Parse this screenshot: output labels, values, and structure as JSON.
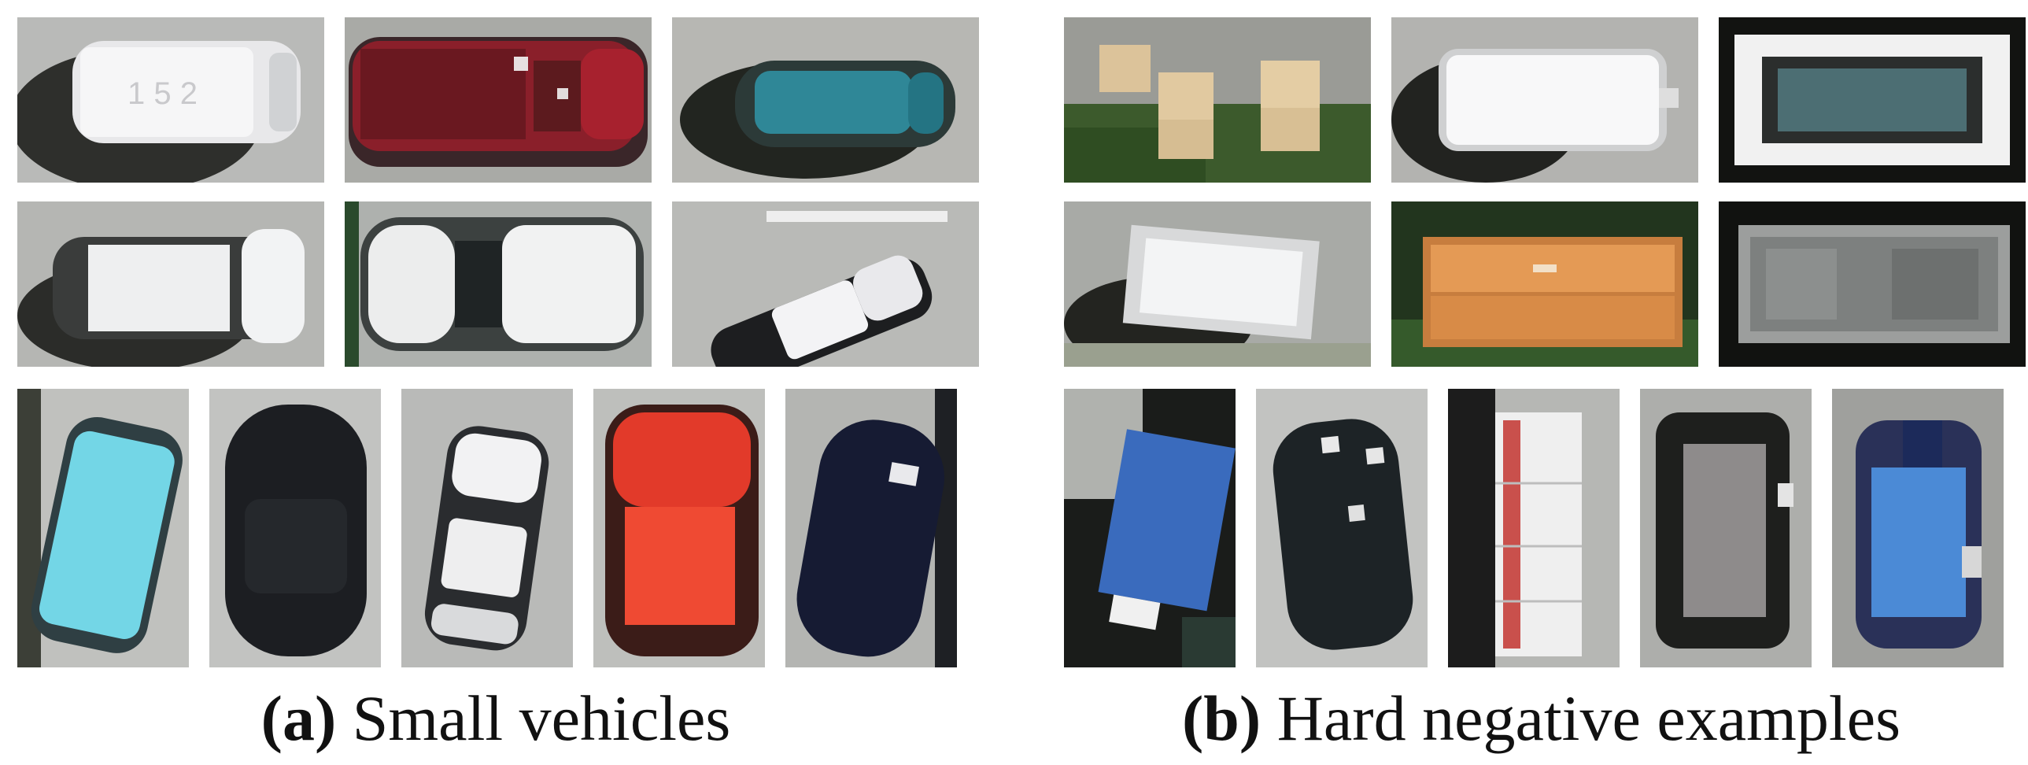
{
  "figure": {
    "panel_a": {
      "caption_tag": "(a)",
      "caption_text": "Small vehicles",
      "tiles": [
        {
          "name": "white-van-tile"
        },
        {
          "name": "red-pickup-tile"
        },
        {
          "name": "teal-car-tile"
        },
        {
          "name": "white-van-2-tile"
        },
        {
          "name": "white-suv-tile"
        },
        {
          "name": "white-car-diagonal-tile"
        },
        {
          "name": "cyan-van-tile"
        },
        {
          "name": "black-car-tile"
        },
        {
          "name": "white-car-vertical-tile"
        },
        {
          "name": "red-car-tile"
        },
        {
          "name": "navy-car-tile"
        }
      ]
    },
    "panel_b": {
      "caption_tag": "(b)",
      "caption_text": "Hard negative examples",
      "tiles": [
        {
          "name": "boxes-on-grass-tile"
        },
        {
          "name": "white-block-tile"
        },
        {
          "name": "framed-rooftop-tile"
        },
        {
          "name": "white-box-shadow-tile"
        },
        {
          "name": "orange-bench-tile"
        },
        {
          "name": "gray-rooftop-tile"
        },
        {
          "name": "blue-panel-tile"
        },
        {
          "name": "dark-object-tile"
        },
        {
          "name": "white-red-strip-tile"
        },
        {
          "name": "gray-rectangle-tile"
        },
        {
          "name": "blue-rectangle-tile"
        }
      ]
    }
  }
}
